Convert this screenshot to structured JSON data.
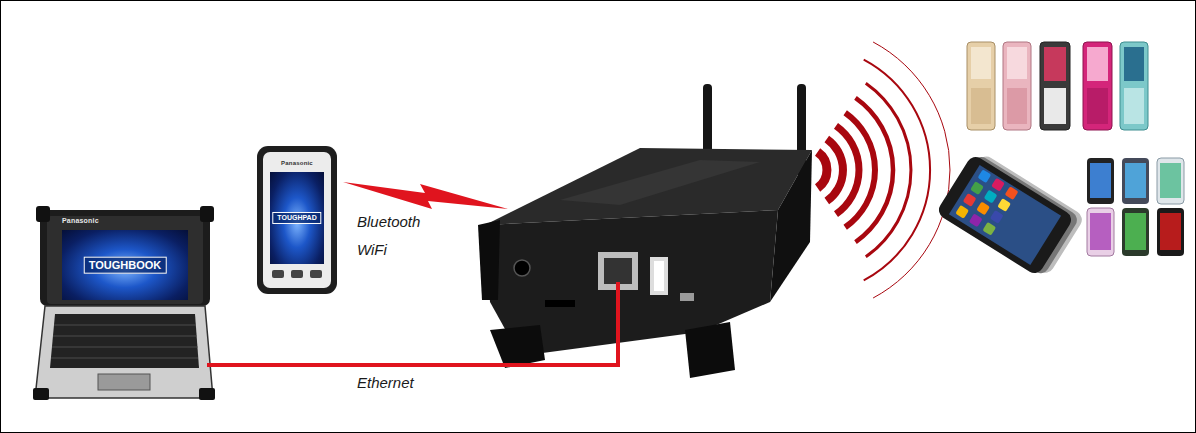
{
  "diagram": {
    "nodes": [
      {
        "text": [
          "Panasonic",
          "TOUGHBOOK"
        ]
      },
      {
        "text": [
          "Panasonic",
          "TOUGHPAD"
        ]
      }
    ],
    "labels": [
      "Bluetooth WiFi",
      "Ethernet"
    ]
  }
}
